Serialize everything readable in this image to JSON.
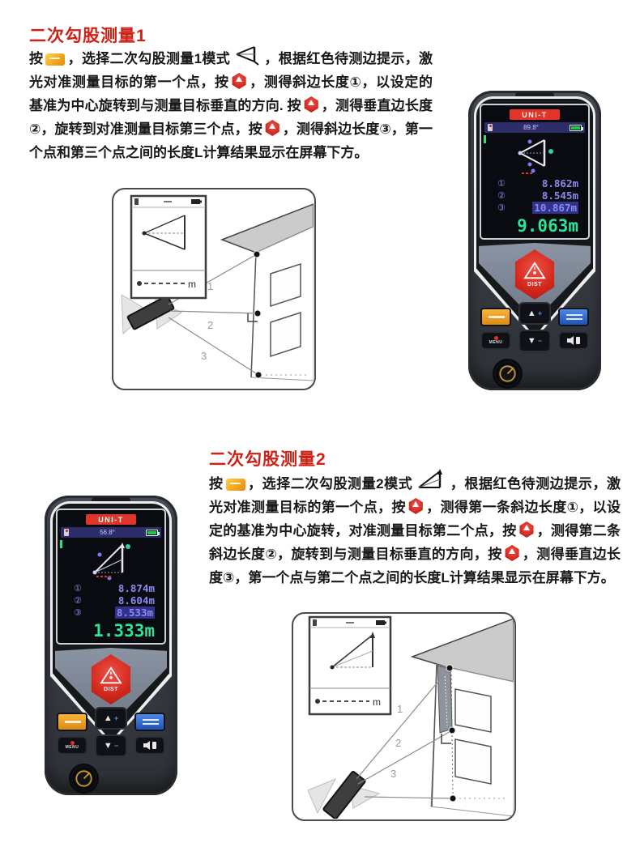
{
  "s1": {
    "heading": "二次勾股测量1",
    "t1": "按",
    "t2": "，选择二次勾股测量1模式",
    "t3": "，根据红色待测边提示，激光对准测量目标的第一个点，按",
    "t4": "，测得斜边长度①，以设定的基准为中心旋转到与测量目标垂直的方向. 按",
    "t5": "，测得垂直边长度②，旋转到对准测量目标第三个点，按",
    "t6": "，测得斜边长度③，第一个点和第三个点之间的长度L计算结果显示在屏幕下方。"
  },
  "s2": {
    "heading": "二次勾股测量2",
    "t1": "按",
    "t2": "，选择二次勾股测量2模式",
    "t3": "，根据红色待测边提示，激光对准测量目标的第一个点，按",
    "t4": "，测得第一条斜边长度①，以设定的基准为中心旋转，对准测量目标第二个点，按",
    "t5": "，测得第二条斜边长度②，旋转到与测量目标垂直的方向，按",
    "t6": "，测得垂直边长度③，第一个点与第二个点之间的长度L计算结果显示在屏幕下方。"
  },
  "dev1": {
    "brand": "UNI-T",
    "angle": "89.8°",
    "n1": "①",
    "n2": "②",
    "n3": "③",
    "m1": "8.862m",
    "m2": "8.545m",
    "m3": "10.867m",
    "result": "9.063m",
    "dist": "DIST",
    "menu": "MENU"
  },
  "dev2": {
    "brand": "UNI-T",
    "angle": "56.8°",
    "n1": "①",
    "n2": "②",
    "n3": "③",
    "m1": "8.874m",
    "m2": "8.604m",
    "m3": "8.533m",
    "result": "1.333m",
    "dist": "DIST",
    "menu": "MENU"
  },
  "diag1": {
    "l1": "1",
    "l2": "2",
    "l3": "3",
    "unit": "m"
  },
  "diag2": {
    "l1": "1",
    "l2": "2",
    "l3": "3",
    "unit": "m"
  },
  "colors": {
    "heading_red": "#ce2218",
    "result_green": "#2de396",
    "screen_purple": "#8a8af0",
    "dist_red": "#d3271c",
    "orange_btn": "#f0a024",
    "blue_btn": "#2f6bd6"
  }
}
